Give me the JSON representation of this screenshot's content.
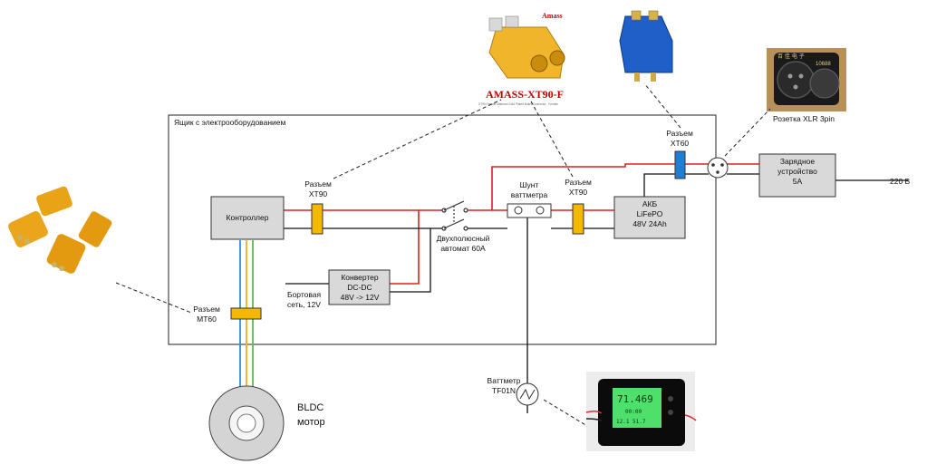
{
  "enclosure": {
    "title": "Ящик с электрооборудованием"
  },
  "blocks": {
    "controller": "Контроллер",
    "converter": [
      "Конвертер",
      "DC-DC",
      "48V -> 12V"
    ],
    "battery": [
      "АКБ",
      "LiFePO",
      "48V 24Ah"
    ],
    "charger": [
      "Зарядное",
      "устройство",
      "5A"
    ]
  },
  "labels": {
    "xt90_left": [
      "Разъем",
      "XT90"
    ],
    "xt90_right": [
      "Разъем",
      "XT90"
    ],
    "xt60": [
      "Разъем",
      "XT60"
    ],
    "mt60": [
      "Разъем",
      "MT60"
    ],
    "shunt": [
      "Шунт",
      "ваттметра"
    ],
    "breaker": [
      "Двухполюсный",
      "автомат 60A"
    ],
    "onboard": [
      "Бортовая",
      "сеть, 12V"
    ],
    "wattmeter": [
      "Ваттметр",
      "TF01N"
    ],
    "xlr_socket": "Розетка XLR 3pin",
    "mains": "220 В",
    "motor": [
      "BLDC",
      "мотор"
    ]
  },
  "photos": {
    "xt90_brand_corner": "Amass",
    "xt90_caption": "AMASS-XT90-F",
    "xt90_subcaption": "XT90-Female Matched Gold Plated Bullet Connector - Female",
    "xlr_watermark_1": "百 佳 电 子",
    "xlr_watermark_2": "10688",
    "wattmeter_display_1": "71.469",
    "wattmeter_display_2": "00:00",
    "wattmeter_display_3": "12.1  51.7"
  },
  "colors": {
    "wire_red": "#e02020",
    "wire_black": "#111111",
    "wire_blue": "#2f8fd8",
    "wire_yellow": "#f2b01e",
    "wire_green": "#5cb85c",
    "block_fill": "#d9d9d9",
    "connector_yellow": "#f5b800",
    "connector_blue": "#1f7fd6"
  }
}
